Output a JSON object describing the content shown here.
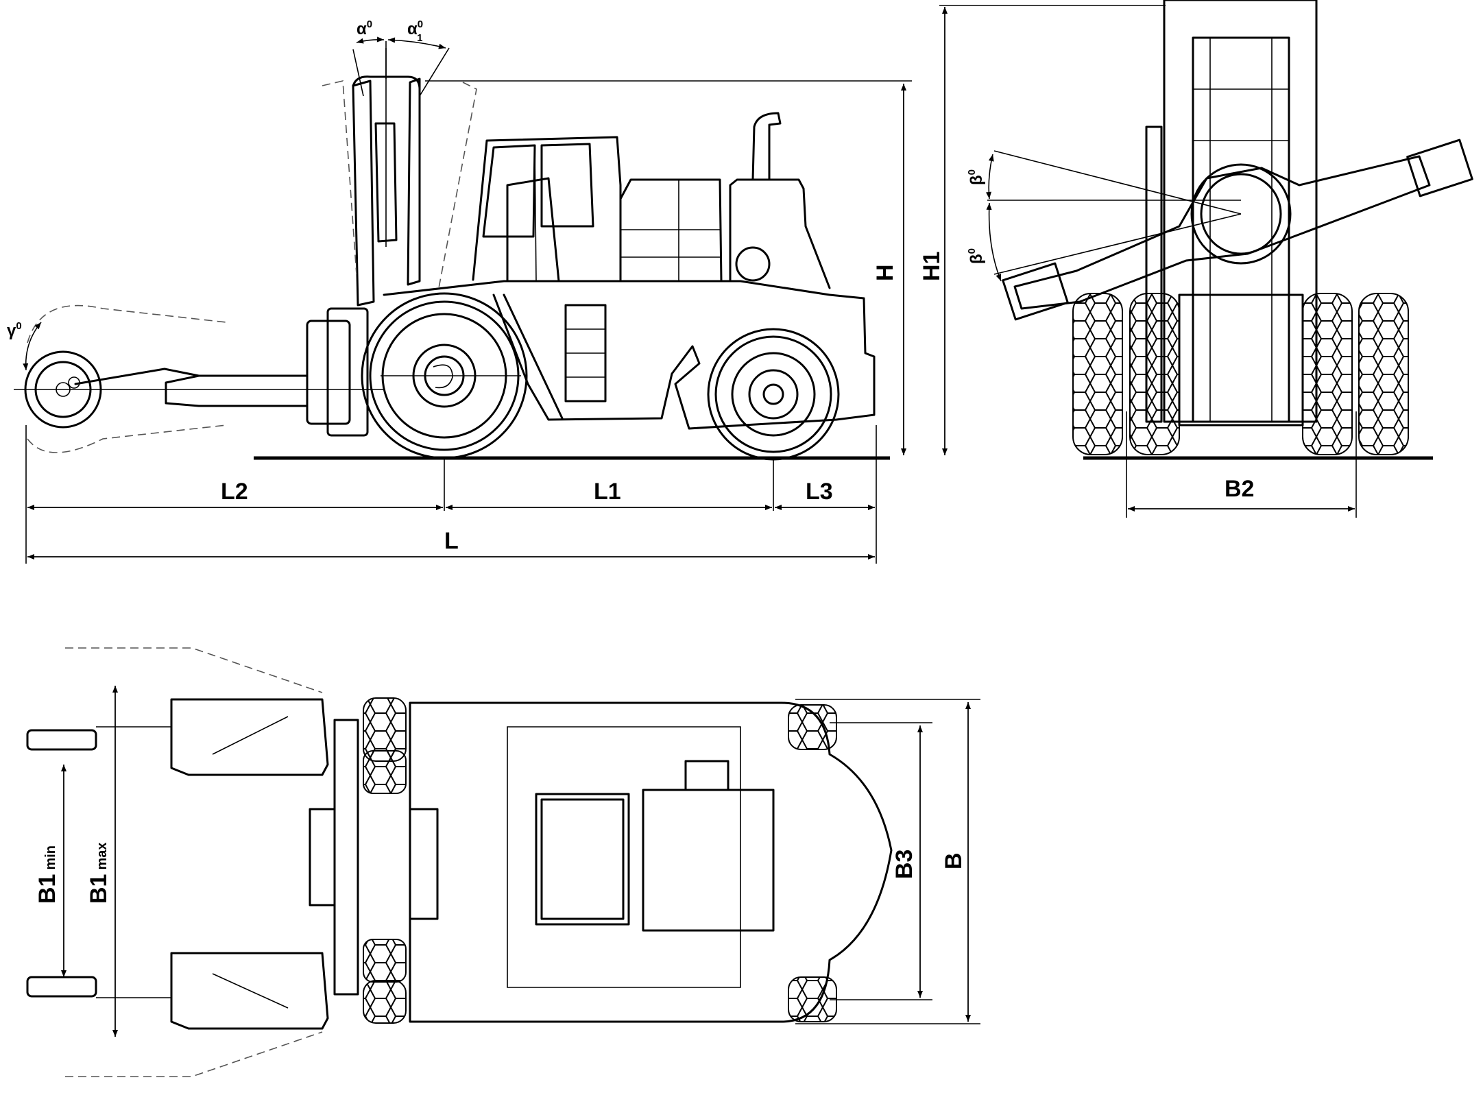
{
  "dimensions": {
    "L": "L",
    "L1": "L1",
    "L2": "L2",
    "L3": "L3",
    "H": "H",
    "H1": "H1",
    "B": "B",
    "B2": "B2",
    "B3": "B3",
    "B1_min": "B1",
    "B1_min_sub": "min",
    "B1_max": "B1",
    "B1_max_sub": "max"
  },
  "angles": {
    "alpha": "α",
    "alpha_sup": "0",
    "alpha1": "α",
    "alpha1_sup": "0",
    "alpha1_sub": "1",
    "beta_upper": "β",
    "beta_upper_sup": "0",
    "beta_lower": "β",
    "beta_lower_sup": "0",
    "gamma": "γ",
    "gamma_sup": "0"
  }
}
